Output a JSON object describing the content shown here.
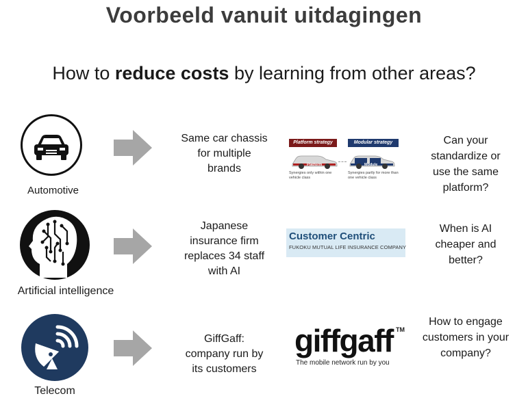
{
  "title": "Voorbeeld vanuit uitdagingen",
  "subtitle": {
    "prefix": "How to ",
    "bold": "reduce costs",
    "suffix": " by learning from other areas?"
  },
  "rows": [
    {
      "label": "Automotive",
      "description": [
        "Same car chassis",
        "for multiple",
        "brands"
      ],
      "question": [
        "Can your",
        "standardize or",
        "use the same",
        "platform?"
      ],
      "image": {
        "left_tag": "Platform strategy",
        "right_tag": "Modular strategy",
        "left_car_label": "Platform",
        "right_car_label": "Module",
        "left_caption": [
          "Synergies only within one",
          "vehicle class"
        ],
        "right_caption": [
          "Synergies partly for more than",
          "one vehicle class"
        ]
      }
    },
    {
      "label": "Artificial intelligence",
      "description": [
        "Japanese",
        "insurance firm",
        "replaces 34 staff",
        "with AI"
      ],
      "question": [
        "When is AI",
        "cheaper and",
        "better?"
      ],
      "image": {
        "title": "Customer Centric",
        "subtitle": "FUKOKU MUTUAL LIFE INSURANCE COMPANY"
      }
    },
    {
      "label": "Telecom",
      "description": [
        "GiffGaff:",
        "company run by",
        "its customers"
      ],
      "question": [
        "How to engage",
        "customers in your",
        "company?"
      ],
      "image": {
        "logo": "giffgaff",
        "tm": "TM",
        "tagline": "The mobile network run by you"
      }
    }
  ],
  "colors": {
    "title": "#3c3c3c",
    "arrow": "#a6a6a6",
    "telecom_circle": "#1f3a5f",
    "platform_tag": "#7b1a1a",
    "modular_tag": "#1f3a6e",
    "customer_centric_bg": "#d9eaf4"
  }
}
